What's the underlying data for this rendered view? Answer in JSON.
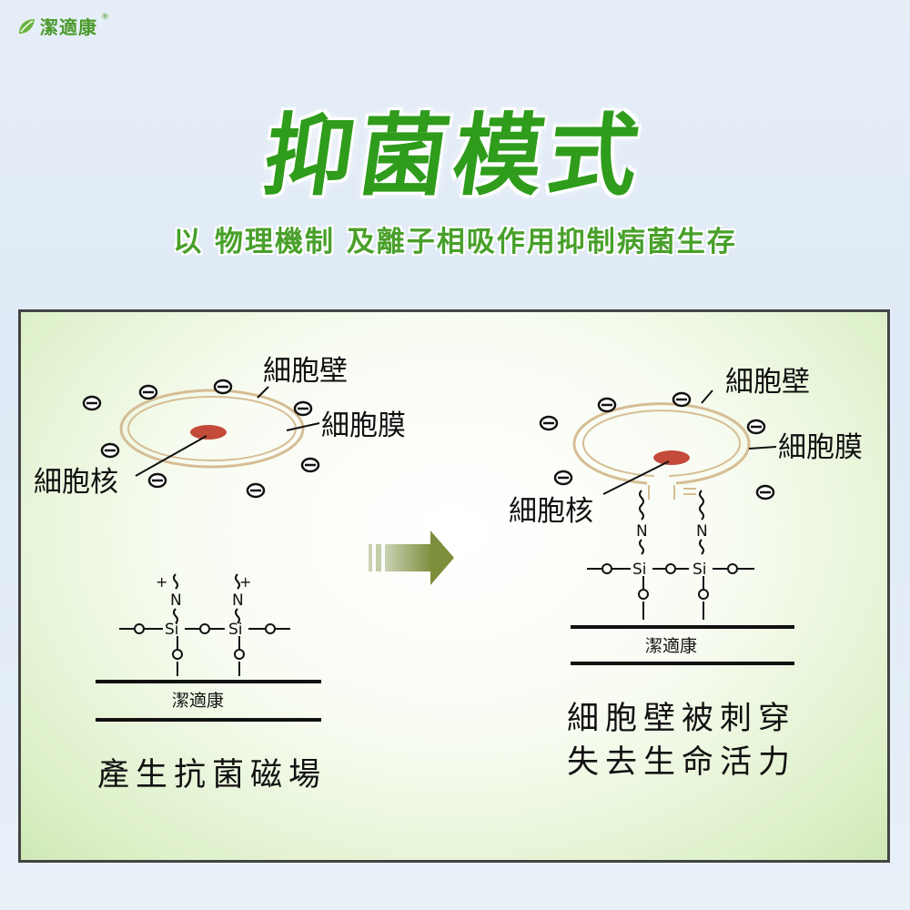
{
  "brand": {
    "name": "潔適康",
    "reg": "®",
    "color": "#4a9a2a"
  },
  "title": "抑菌模式",
  "subtitle": "以 物理機制 及離子相吸作用抑制病菌生存",
  "left_diagram": {
    "cell_wall": "細胞壁",
    "cell_membrane": "細胞膜",
    "nucleus": "細胞核",
    "surface_label": "潔適康",
    "caption": "產生抗菌磁場"
  },
  "right_diagram": {
    "cell_wall": "細胞壁",
    "cell_membrane": "細胞膜",
    "nucleus": "細胞核",
    "surface_label": "潔適康",
    "caption_line1": "細胞壁被刺穿",
    "caption_line2": "失去生命活力"
  },
  "colors": {
    "title_green": "#2f9c1c",
    "nucleus": "#c44a3a",
    "cell_ring": "#d2b48c",
    "arrow": "#8a9a50"
  }
}
